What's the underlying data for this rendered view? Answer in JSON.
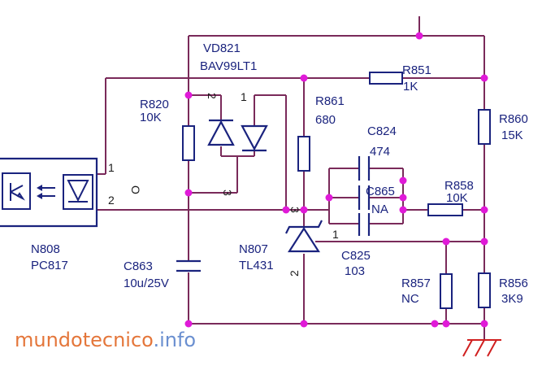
{
  "components": {
    "vd821": {
      "ref": "VD821",
      "value": "BAV99LT1"
    },
    "r851": {
      "ref": "R851",
      "value": "1K"
    },
    "r820": {
      "ref": "R820",
      "value": "10K"
    },
    "r861": {
      "ref": "R861",
      "value": "680"
    },
    "r860": {
      "ref": "R860",
      "value": "15K"
    },
    "c824": {
      "ref": "C824",
      "value": "474"
    },
    "c865": {
      "ref": "C865",
      "value": "NA"
    },
    "r858": {
      "ref": "R858",
      "value": "10K"
    },
    "n808": {
      "ref": "N808",
      "value": "PC817"
    },
    "n807": {
      "ref": "N807",
      "value": "TL431"
    },
    "c863": {
      "ref": "C863",
      "value": "10u/25V"
    },
    "c825": {
      "ref": "C825",
      "value": "103"
    },
    "r857": {
      "ref": "R857",
      "value": "NC"
    },
    "r856": {
      "ref": "R856",
      "value": "3K9"
    }
  },
  "pins": {
    "diode_2": "2",
    "diode_1": "1",
    "diode_3": "3",
    "opto_1": "1",
    "opto_2": "2",
    "opto_o": "O",
    "tl431_3": "3",
    "tl431_1": "1",
    "tl431_2": "2"
  },
  "watermark": {
    "main": "mundotecnico",
    "suffix": ".info"
  },
  "colors": {
    "wire": "#7a2a5a",
    "component": "#1a237e",
    "node_dot": "#e01ad8",
    "ground": "#d02020",
    "watermark_main": "#e4763a",
    "watermark_suffix": "#6a8fd0"
  }
}
